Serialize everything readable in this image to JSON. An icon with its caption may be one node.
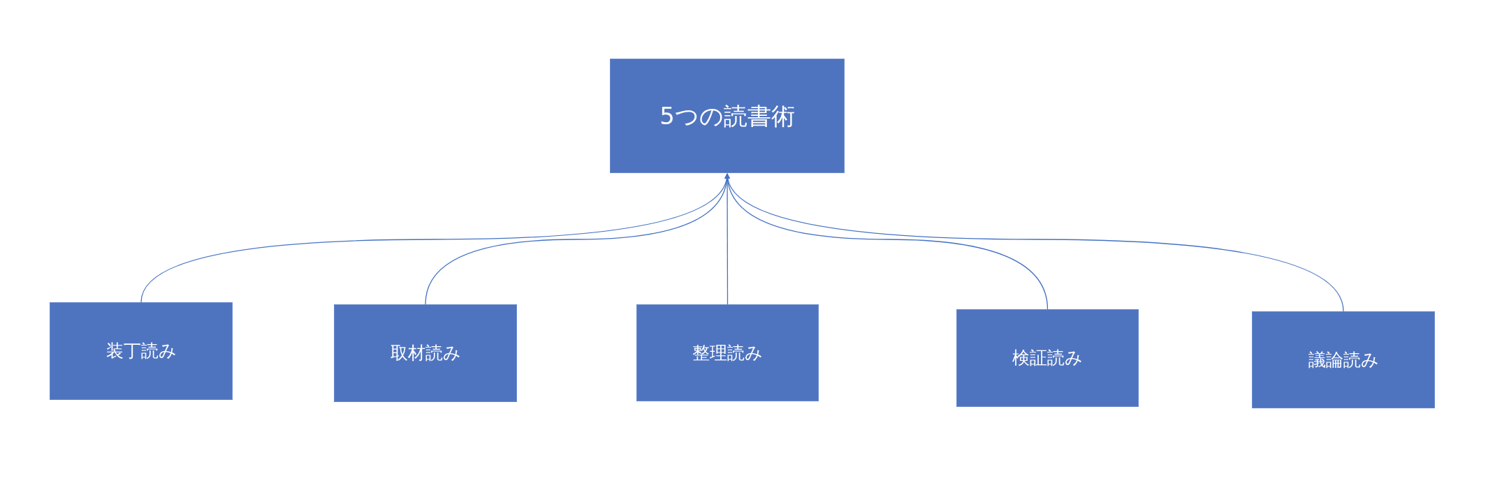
{
  "diagram": {
    "nodes": [
      {
        "text": [
          "5つの読書術"
        ]
      },
      {
        "text": [
          "装丁読み"
        ]
      },
      {
        "text": [
          "取材読み"
        ]
      },
      {
        "text": [
          "整理読み"
        ]
      },
      {
        "text": [
          "検証読み"
        ]
      },
      {
        "text": [
          "議論読み"
        ]
      }
    ],
    "edges": [
      {
        "from": 1,
        "to": 0,
        "arrow": "to"
      },
      {
        "from": 2,
        "to": 0,
        "arrow": "to"
      },
      {
        "from": 3,
        "to": 0,
        "arrow": "to"
      },
      {
        "from": 4,
        "to": 0,
        "arrow": "to"
      },
      {
        "from": 5,
        "to": 0,
        "arrow": "to"
      }
    ]
  }
}
